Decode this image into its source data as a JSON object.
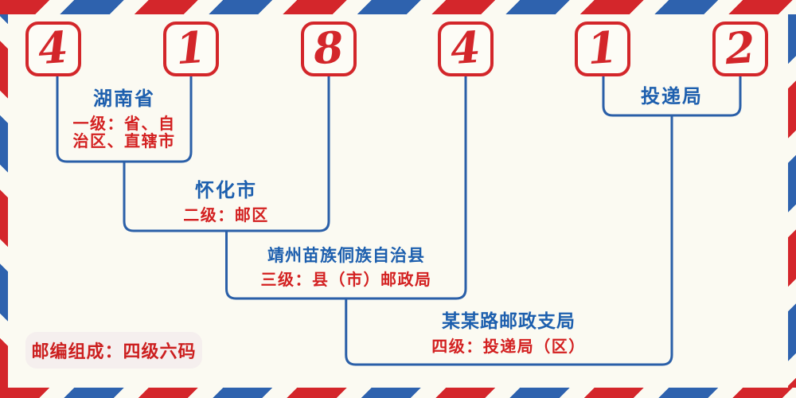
{
  "postal_code": {
    "digits": [
      "4",
      "1",
      "8",
      "4",
      "1",
      "2"
    ]
  },
  "levels": [
    {
      "place": "湖南省",
      "level": "一级：省、自\n治区、直辖市"
    },
    {
      "place": "怀化市",
      "level": "二级：邮区"
    },
    {
      "place": "靖州苗族侗族自治县",
      "level": "三级：县（市）邮政局"
    },
    {
      "place": "某某路邮政支局",
      "level": "四级：投递局（区）"
    },
    {
      "place": "投递局",
      "level": ""
    }
  ],
  "footer": {
    "label": "邮编组成：四级六码"
  },
  "colors": {
    "digit_red": "#d3262a",
    "stripe_red": "#d4262b",
    "stripe_blue": "#2e62ae",
    "connector_blue": "#2a5fa8",
    "place_text_blue": "#1d5fae",
    "level_text_red": "#d32020",
    "background": "#fbfaf2",
    "footer_background": "#f5efee"
  }
}
